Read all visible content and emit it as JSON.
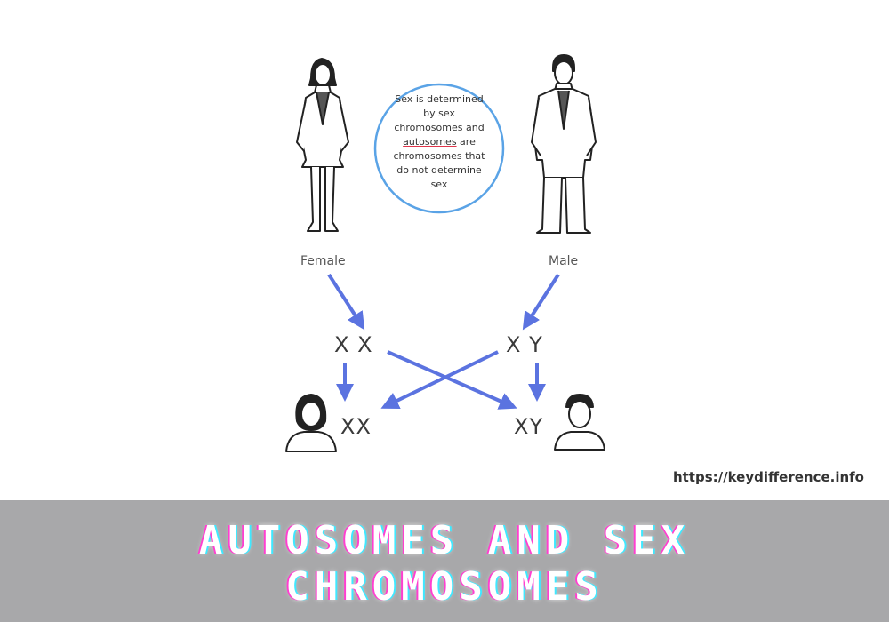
{
  "diagram": {
    "labels": {
      "female": "Female",
      "male": "Male",
      "female_parent_chromosomes": "X X",
      "male_parent_chromosomes": "X Y",
      "daughter_chromosomes": "XX",
      "son_chromosomes": "XY"
    },
    "info_circle": {
      "lines": [
        "Sex is determined",
        "by sex",
        "chromosomes and",
        "autosomes are",
        "chromosomes that",
        "do not determine",
        "sex"
      ],
      "highlighted_word": "autosomes"
    },
    "colors": {
      "arrow": "#5b73e0",
      "circle_border": "#5aa3e6",
      "figure_line": "#222222",
      "banner_background": "#a8a8aa"
    },
    "icons": [
      "female-figure-icon",
      "male-figure-icon",
      "daughter-avatar-icon",
      "son-avatar-icon"
    ]
  },
  "footer": {
    "source_url": "https://keydifference.info",
    "title_line1": "AUTOSOMES AND SEX",
    "title_line2": "CHROMOSOMES"
  }
}
